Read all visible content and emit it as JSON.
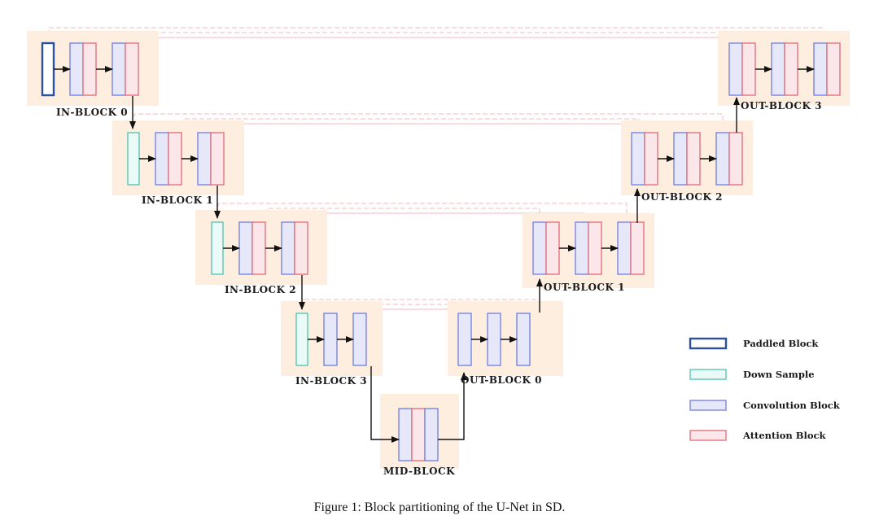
{
  "blocks": [
    {
      "id": "in0",
      "label": "IN-BLOCK 0",
      "units": [
        "padded",
        "conv-attn",
        "conv-attn"
      ]
    },
    {
      "id": "in1",
      "label": "IN-BLOCK 1",
      "units": [
        "down",
        "conv-attn",
        "conv-attn"
      ]
    },
    {
      "id": "in2",
      "label": "IN-BLOCK 2",
      "units": [
        "down",
        "conv-attn",
        "conv-attn"
      ]
    },
    {
      "id": "in3",
      "label": "IN-BLOCK 3",
      "units": [
        "down",
        "conv",
        "conv"
      ]
    },
    {
      "id": "mid",
      "label": "MID-BLOCK",
      "units": [
        "conv-attn-conv"
      ]
    },
    {
      "id": "out0",
      "label": "OUT-BLOCK 0",
      "units": [
        "conv",
        "conv",
        "conv"
      ]
    },
    {
      "id": "out1",
      "label": "OUT-BLOCK 1",
      "units": [
        "conv-attn",
        "conv-attn",
        "conv-attn"
      ]
    },
    {
      "id": "out2",
      "label": "OUT-BLOCK 2",
      "units": [
        "conv-attn",
        "conv-attn",
        "conv-attn"
      ]
    },
    {
      "id": "out3",
      "label": "OUT-BLOCK 3",
      "units": [
        "conv-attn",
        "conv-attn",
        "conv-attn"
      ]
    }
  ],
  "legend": [
    {
      "key": "padded",
      "label": "Paddled Block"
    },
    {
      "key": "down",
      "label": "Down Sample"
    },
    {
      "key": "conv",
      "label": "Convolution Block"
    },
    {
      "key": "attn",
      "label": "Attention Block"
    }
  ],
  "colors": {
    "block_bg": "#fdeee0",
    "padded_stroke": "#2b4fa0",
    "down_stroke": "#4cc4b0",
    "down_fill": "#eafaf6",
    "conv_stroke": "#6e7ee0",
    "conv_fill": "#e6e8fa",
    "attn_stroke": "#e06a78",
    "attn_fill": "#fbe6ea",
    "arrow": "#111111",
    "skip": "#f4b8bc"
  },
  "caption": "Figure 1: Block partitioning of the U-Net in SD."
}
